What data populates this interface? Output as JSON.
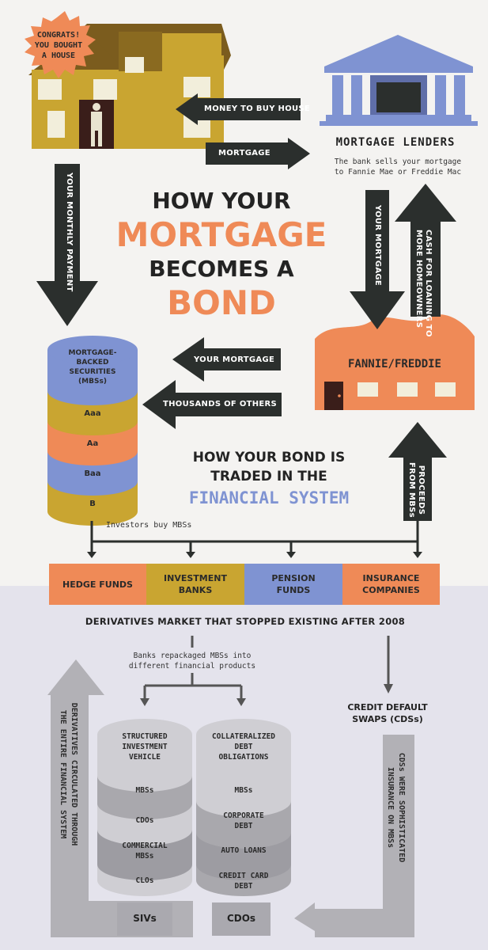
{
  "badge": {
    "text_line1": "CONGRATS!",
    "text_line2": "YOU BOUGHT",
    "text_line3": "A HOUSE"
  },
  "title": {
    "line1": "HOW YOUR",
    "line2": "MORTGAGE",
    "line3": "BECOMES A",
    "line4": "BOND"
  },
  "mortgage_lenders": {
    "heading": "MORTGAGE LENDERS",
    "note_line1": "The bank sells your mortgage",
    "note_line2": "to Fannie Mae or Freddie Mac"
  },
  "arrows": {
    "money_to_buy_house": "MONEY TO BUY HOUSE",
    "mortgage": "MORTGAGE",
    "your_monthly_payment": "YOUR MONTHLY PAYMENT",
    "your_mortgage_down": "YOUR MORTGAGE",
    "cash_for_loaning_line1": "CASH FOR LOANING TO",
    "cash_for_loaning_line2": "MORE HOMEOWNERS",
    "your_mortgage_left": "YOUR MORTGAGE",
    "thousands_of_others": "THOUSANDS OF OTHERS",
    "proceeds_line1": "PROCEEDS",
    "proceeds_line2": "FROM MBSs"
  },
  "fannie_freddie": {
    "label": "FANNIE/FREDDIE"
  },
  "mbs_stack": {
    "top_line1": "MORTGAGE-",
    "top_line2": "BACKED",
    "top_line3": "SECURITIES",
    "top_line4": "(MBSs)",
    "tiers": [
      "Aaa",
      "Aa",
      "Baa",
      "B"
    ]
  },
  "traded_title": {
    "line1": "HOW YOUR BOND IS",
    "line2": "TRADED IN THE",
    "line3": "FINANCIAL SYSTEM"
  },
  "investors_note": "Investors buy MBSs",
  "investors": [
    {
      "line1": "HEDGE FUNDS",
      "line2": ""
    },
    {
      "line1": "INVESTMENT",
      "line2": "BANKS"
    },
    {
      "line1": "PENSION",
      "line2": "FUNDS"
    },
    {
      "line1": "INSURANCE",
      "line2": "COMPANIES"
    }
  ],
  "derivatives_heading": "DERIVATIVES MARKET THAT STOPPED EXISTING AFTER 2008",
  "repackaged_note": {
    "line1": "Banks repackaged MBSs into",
    "line2": "different financial products"
  },
  "cds": {
    "line1": "CREDIT DEFAULT",
    "line2": "SWAPS (CDSs)",
    "side_line1": "CDSs WERE SOPHISTICATED",
    "side_line2": "INSURANCE ON MBSs"
  },
  "derivatives_circulated": {
    "line1": "DERIVATIVES CIRCULATED THROUGH",
    "line2": "THE ENTIRE FINANCIAL SYSTEM"
  },
  "siv_stack": {
    "top_line1": "STRUCTURED",
    "top_line2": "INVESTMENT",
    "top_line3": "VEHICLE",
    "tiers": [
      {
        "line1": "MBSs",
        "line2": ""
      },
      {
        "line1": "CDOs",
        "line2": ""
      },
      {
        "line1": "COMMERCIAL",
        "line2": "MBSs"
      },
      {
        "line1": "CLOs",
        "line2": ""
      }
    ],
    "footer": "SIVs"
  },
  "cdo_stack": {
    "top_line1": "COLLATERALIZED",
    "top_line2": "DEBT",
    "top_line3": "OBLIGATIONS",
    "tiers": [
      {
        "line1": "MBSs",
        "line2": ""
      },
      {
        "line1": "CORPORATE",
        "line2": "DEBT"
      },
      {
        "line1": "AUTO LOANS",
        "line2": ""
      },
      {
        "line1": "CREDIT CARD",
        "line2": "DEBT"
      }
    ],
    "footer": "CDOs"
  },
  "colors": {
    "orange": "#ef8a57",
    "mustard": "#c9a531",
    "blue": "#7f93d2",
    "dark": "#2b2f2d",
    "lavender_bg": "#e4e3ec",
    "gray_arrow": "#b2b1b6"
  },
  "icons": [
    "house-icon",
    "bank-building-icon",
    "fannie-freddie-building-icon",
    "person-icon"
  ]
}
